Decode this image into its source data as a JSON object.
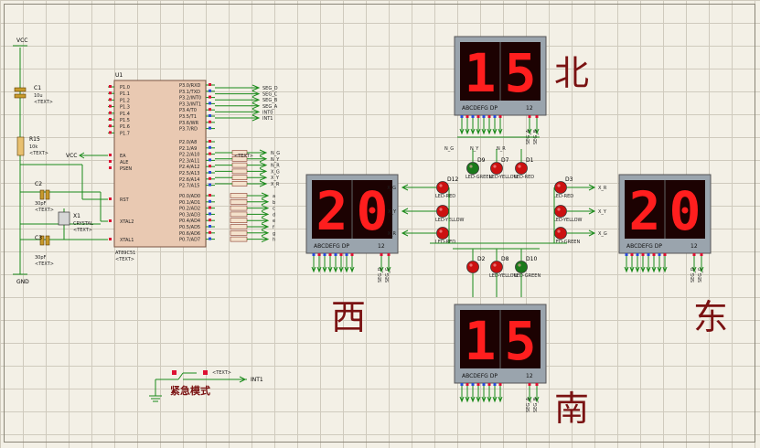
{
  "directions": {
    "north": "北",
    "south": "南",
    "west": "西",
    "east": "东"
  },
  "displays": {
    "north": {
      "value": "15",
      "pins": "ABCDEFG  DP",
      "pins2": "12"
    },
    "south": {
      "value": "15",
      "pins": "ABCDEFG  DP",
      "pins2": "12"
    },
    "west": {
      "value": "20",
      "pins": "ABCDEFG  DP",
      "pins2": "12"
    },
    "east": {
      "value": "20",
      "pins": "ABCDEFG  DP",
      "pins2": "12"
    }
  },
  "mcu": {
    "ref": "U1",
    "part": "AT89C51",
    "text": "<TEXT>",
    "left_pins": [
      "P1.0",
      "P1.1",
      "P1.2",
      "P1.3",
      "P1.4",
      "P1.5",
      "P1.6",
      "P1.7"
    ],
    "left_pins2": [
      "RST",
      "XTAL2",
      "XTAL1"
    ],
    "left_ctrl": [
      "EA",
      "ALE",
      "PSEN"
    ],
    "right_pins_p3": [
      "P3.0/RXD",
      "P3.1/TXD",
      "P3.2/INT0",
      "P3.3/INT1",
      "P3.4/T0",
      "P3.5/T1",
      "P3.6/WR",
      "P3.7/RD"
    ],
    "right_pins_p2": [
      "P2.0/A8",
      "P2.1/A9",
      "P2.2/A10",
      "P2.3/A11",
      "P2.4/A12",
      "P2.5/A13",
      "P2.6/A14",
      "P2.7/A15"
    ],
    "right_pins_p0": [
      "P0.0/AD0",
      "P0.1/AD1",
      "P0.2/AD2",
      "P0.3/AD3",
      "P0.4/AD4",
      "P0.5/AD5",
      "P0.6/AD6",
      "P0.7/AD7"
    ]
  },
  "net_labels": {
    "seg_right": [
      "SEG_D",
      "SEG_C",
      "SEG_B",
      "SEG_A",
      "INT0",
      "INT1"
    ],
    "lights_right": [
      "N_G",
      "N_Y",
      "N_R",
      "X_G",
      "X_Y",
      "X_R"
    ],
    "p0_right": [
      "a",
      "b",
      "c",
      "d",
      "e",
      "f",
      "g",
      "h"
    ],
    "vcc": "VCC",
    "gnd": "GND",
    "vcc2": "VCC",
    "int1": "INT1"
  },
  "components": {
    "c1": {
      "ref": "C1",
      "val": "10u",
      "text": "<TEXT>"
    },
    "r15": {
      "ref": "R15",
      "val": "10k",
      "text": "<TEXT>"
    },
    "c2": {
      "ref": "C2",
      "val": "30pF",
      "text": "<TEXT>"
    },
    "c3": {
      "ref": "C3",
      "val": "30pF",
      "text": "<TEXT>"
    },
    "x1": {
      "ref": "X1",
      "val": "CRYSTAL",
      "text": "<TEXT>"
    },
    "rp": "<TEXT>"
  },
  "leds": {
    "d12": "D12",
    "d3": "D3",
    "d1": "D1",
    "d9": "D9",
    "d7": "D7",
    "d2": "D2",
    "d8": "D8",
    "d10": "D10",
    "red": "LED-RED",
    "yellow": "LED-YELLOW",
    "green": "LED-GREEN",
    "text": "<TEXT>"
  },
  "led_nets": {
    "west": [
      "X_G",
      "X_Y",
      "X_R"
    ],
    "east": [
      "X_R",
      "X_Y",
      "X_G"
    ],
    "north": [
      "N_G",
      "N_Y",
      "N_R"
    ]
  },
  "emergency": {
    "label": "紧急模式",
    "text": "<TEXT>"
  },
  "disp_nets": {
    "north": [
      "SEG_A",
      "SEG_B"
    ],
    "south": [
      "SEG_A",
      "SEG_B"
    ],
    "west": [
      "SEG_D",
      "SEG_C"
    ],
    "east": [
      "SEG_D",
      "SEG_C"
    ]
  },
  "colors": {
    "wire": "#1a8a1a",
    "seg": "#ff1e1e",
    "dispBg": "#1c0202",
    "dispFrame": "#9aa4ad",
    "cn": "#7a1212",
    "redLed": "#cc1111",
    "greenLed": "#1b7a1b"
  }
}
